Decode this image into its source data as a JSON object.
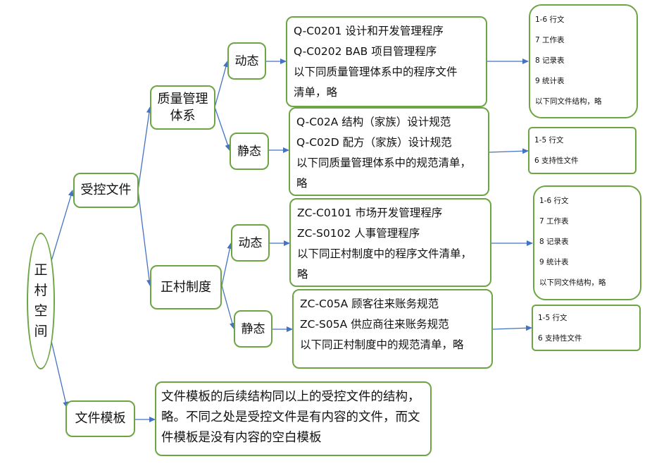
{
  "root": {
    "label": "正村空间"
  },
  "level1": {
    "controlled": "受控文件",
    "templates": "文件模板"
  },
  "level2": {
    "qms": "质量管理体系",
    "zc": "正村制度"
  },
  "level3": {
    "qms_dynamic": "动态",
    "qms_static": "静态",
    "zc_dynamic": "动态",
    "zc_static": "静态"
  },
  "details": {
    "qms_dynamic": [
      "Q-C0201 设计和开发管理程序",
      "Q-C0202 BAB 项目管理程序",
      "以下同质量管理体系中的程序文件",
      "清单，略"
    ],
    "qms_static": [
      "Q-C02A  结构（家族）设计规范",
      "Q-C02D  配方（家族）设计规范",
      "以下同质量管理体系中的规范清单，",
      "略"
    ],
    "zc_dynamic": [
      "ZC-C0101 市场开发管理程序",
      "ZC-S0102 人事管理程序",
      "以下同正村制度中的程序文件清单，",
      "略"
    ],
    "zc_static": [
      "ZC-C05A  顾客往来账务规范",
      "ZC-S05A  供应商往来账务规范",
      "以下同正村制度中的规范清单，略"
    ]
  },
  "structures": {
    "qms_dynamic": [
      "1-6  行文",
      "7  工作表",
      "8  记录表",
      "9  统计表",
      "以下同文件结构，略"
    ],
    "qms_static": [
      "1-5  行文",
      "6  支持性文件"
    ],
    "zc_dynamic": [
      "1-6  行文",
      "7  工作表",
      "8  记录表",
      "9  统计表",
      "以下同文件结构，略"
    ],
    "zc_static": [
      "1-5  行文",
      "6  支持性文件"
    ]
  },
  "template_note": "文件模板的后续结构同以上的受控文件的结构，略。不同之处是受控文件是有内容的文件，而文件模板是没有内容的空白模板",
  "colors": {
    "border": "#6da544",
    "arrow": "#4472c4"
  }
}
